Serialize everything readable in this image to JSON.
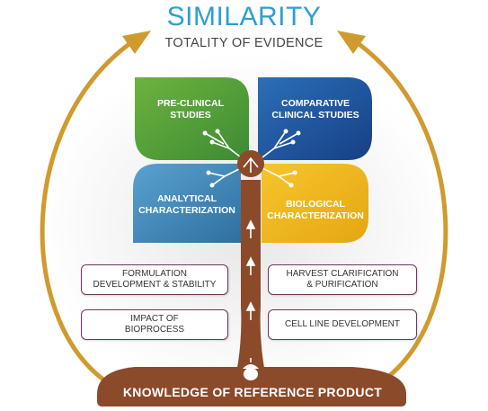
{
  "title": "SIMILARITY",
  "subtitle": "TOTALITY OF EVIDENCE",
  "leaves": [
    {
      "label": "PRE-CLINICAL\nSTUDIES",
      "color": "#4f9a3a"
    },
    {
      "label": "COMPARATIVE\nCLINICAL STUDIES",
      "color": "#1f58a0"
    },
    {
      "label": "ANALYTICAL\nCHARACTERIZATION",
      "color": "#3e83b4"
    },
    {
      "label": "BIOLOGICAL\nCHARACTERIZATION",
      "color": "#f1b820"
    }
  ],
  "boxes": {
    "formulation": "FORMULATION\nDEVELOPMENT & STABILITY",
    "impact": "IMPACT OF\nBIOPROCESS",
    "harvest": "HARVEST CLARIFICATION\n& PURIFICATION",
    "cell_line": "CELL LINE DEVELOPMENT"
  },
  "foundation": "KNOWLEDGE OF REFERENCE PRODUCT",
  "colors": {
    "arc": "#d19a2e",
    "trunk": "#8b4a2a",
    "title": "#2b9fd3",
    "box_border": "#6a3a5e"
  }
}
